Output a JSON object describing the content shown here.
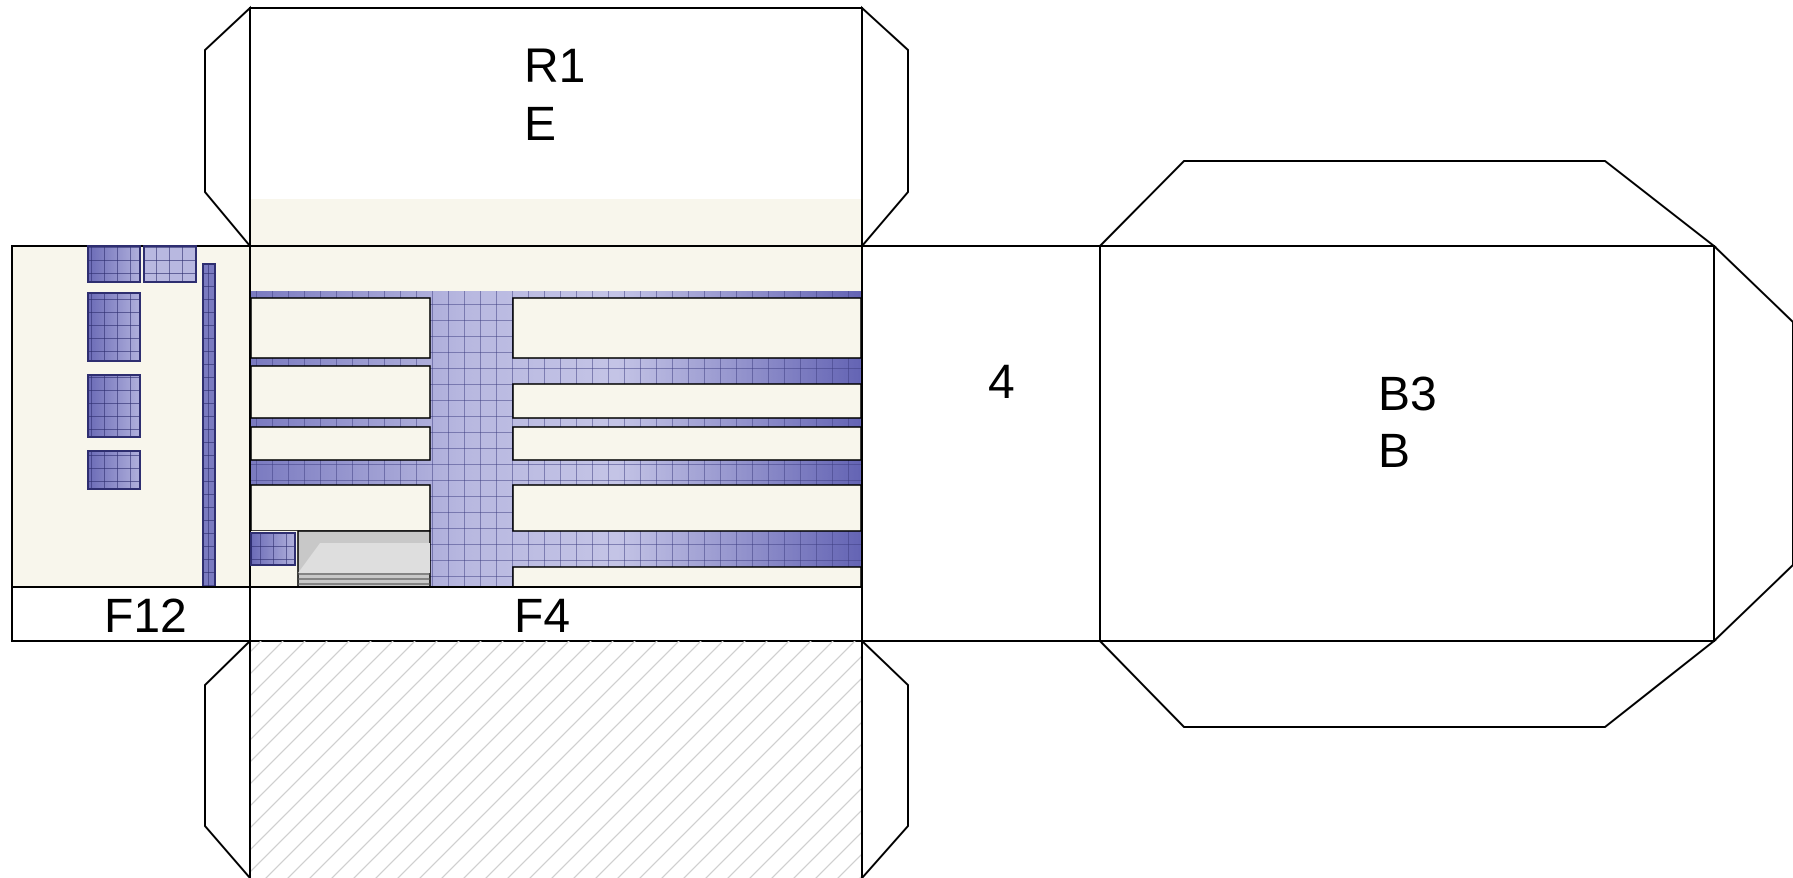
{
  "labels": {
    "roof_line1": "R1",
    "roof_line2": "E",
    "front_side": "F12",
    "front": "F4",
    "side_number": "4",
    "back_line1": "B3",
    "back_line2": "B"
  },
  "colors": {
    "wall": "#f8f6ec",
    "glass_dark": "#6e6eb8",
    "glass_light": "#bebee2",
    "grid_line": "#4a4a8a",
    "door_grey": "#c8c8c8",
    "hatch": "#cfcfcf",
    "line": "#000000"
  }
}
